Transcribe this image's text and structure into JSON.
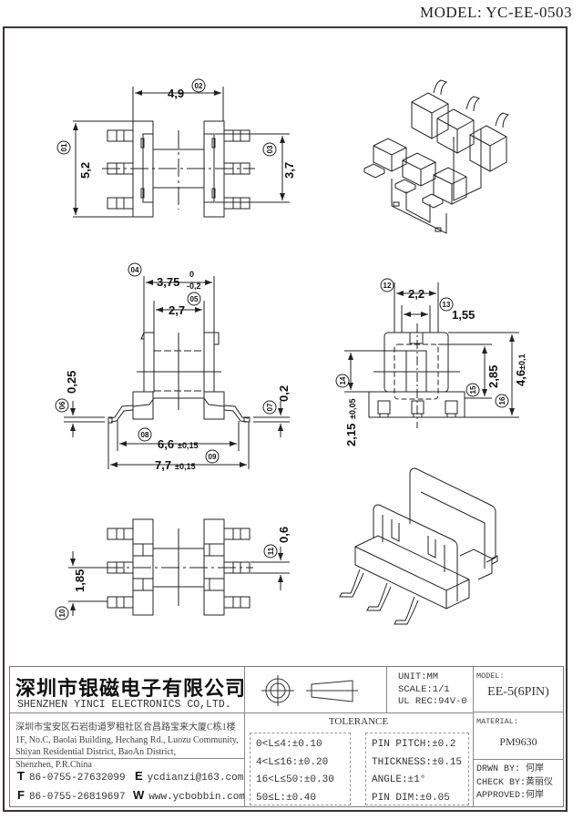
{
  "header": {
    "model_label": "MODEL: YC-EE-0503"
  },
  "views": {
    "top_view": {
      "dims": [
        {
          "id": "01",
          "value": "5,2"
        },
        {
          "id": "02",
          "value": "4,9"
        },
        {
          "id": "03",
          "value": "3,7"
        }
      ]
    },
    "front_view": {
      "dims": [
        {
          "id": "04",
          "value": "3,75",
          "tol_upper": "0",
          "tol_lower": "-0,2"
        },
        {
          "id": "05",
          "value": "2,7"
        },
        {
          "id": "06",
          "value": "0,25"
        },
        {
          "id": "07",
          "value": "0,2"
        },
        {
          "id": "08",
          "value": "6,6",
          "tol": "±0,15"
        },
        {
          "id": "09",
          "value": "7,7",
          "tol": "±0,15"
        }
      ]
    },
    "bottom_view": {
      "dims": [
        {
          "id": "10",
          "value": "1,85"
        },
        {
          "id": "11",
          "value": "0,6"
        }
      ]
    },
    "side_view": {
      "dims": [
        {
          "id": "12",
          "value": "2,2"
        },
        {
          "id": "13",
          "value": "1,55"
        },
        {
          "id": "14",
          "value": "2,15",
          "tol": "±0,05"
        },
        {
          "id": "15",
          "value": "2,85"
        },
        {
          "id": "16",
          "value": "4,6",
          "tol": "±0,1"
        }
      ]
    }
  },
  "title_block": {
    "company_cn": "深圳市银磁电子有限公司",
    "company_en": "SHENZHEN YINCI ELECTRONICS CO,LTD.",
    "address": [
      "深圳市宝安区石岩街道罗租社区合昌路宝来大厦C栋1楼",
      "1F, No.C, Baolai Building, Hechang Rd., Luozu Community,",
      "Shiyan Residential District, BaoAn District,",
      "Shenzhen, P.R.China"
    ],
    "contacts": {
      "tel_label": "T",
      "tel": "86-0755-27632099",
      "fax_label": "F",
      "fax": "86-0755-26819697",
      "email_label": "E",
      "email": "ycdianzi@163.com",
      "web_label": "W",
      "web": "www.ycbobbin.com"
    },
    "unit": "UNIT:MM",
    "scale": "SCALE:1/1",
    "ul_rec": "UL REC:94V-0",
    "tolerance_title": "TOLERANCE",
    "tolerance_length": [
      "0<L≤4:±0.10",
      "4<L≤16:±0.20",
      "16<L≤50:±0.30",
      "50≤L:±0.40"
    ],
    "tolerance_other": [
      "PIN PITCH:±0.2",
      "THICKNESS:±0.15",
      "ANGLE:±1°",
      "PIN DIM:±0.05"
    ],
    "model_label": "MODEL:",
    "model_value": "EE-5(6PIN)",
    "material_label": "MATERIAL:",
    "material_value": "PM9630",
    "drawn_by": "DRWN BY: 何岸",
    "check_by": "CHECK BY:黄丽仪",
    "approved_by": "APPROVED:何岸"
  }
}
